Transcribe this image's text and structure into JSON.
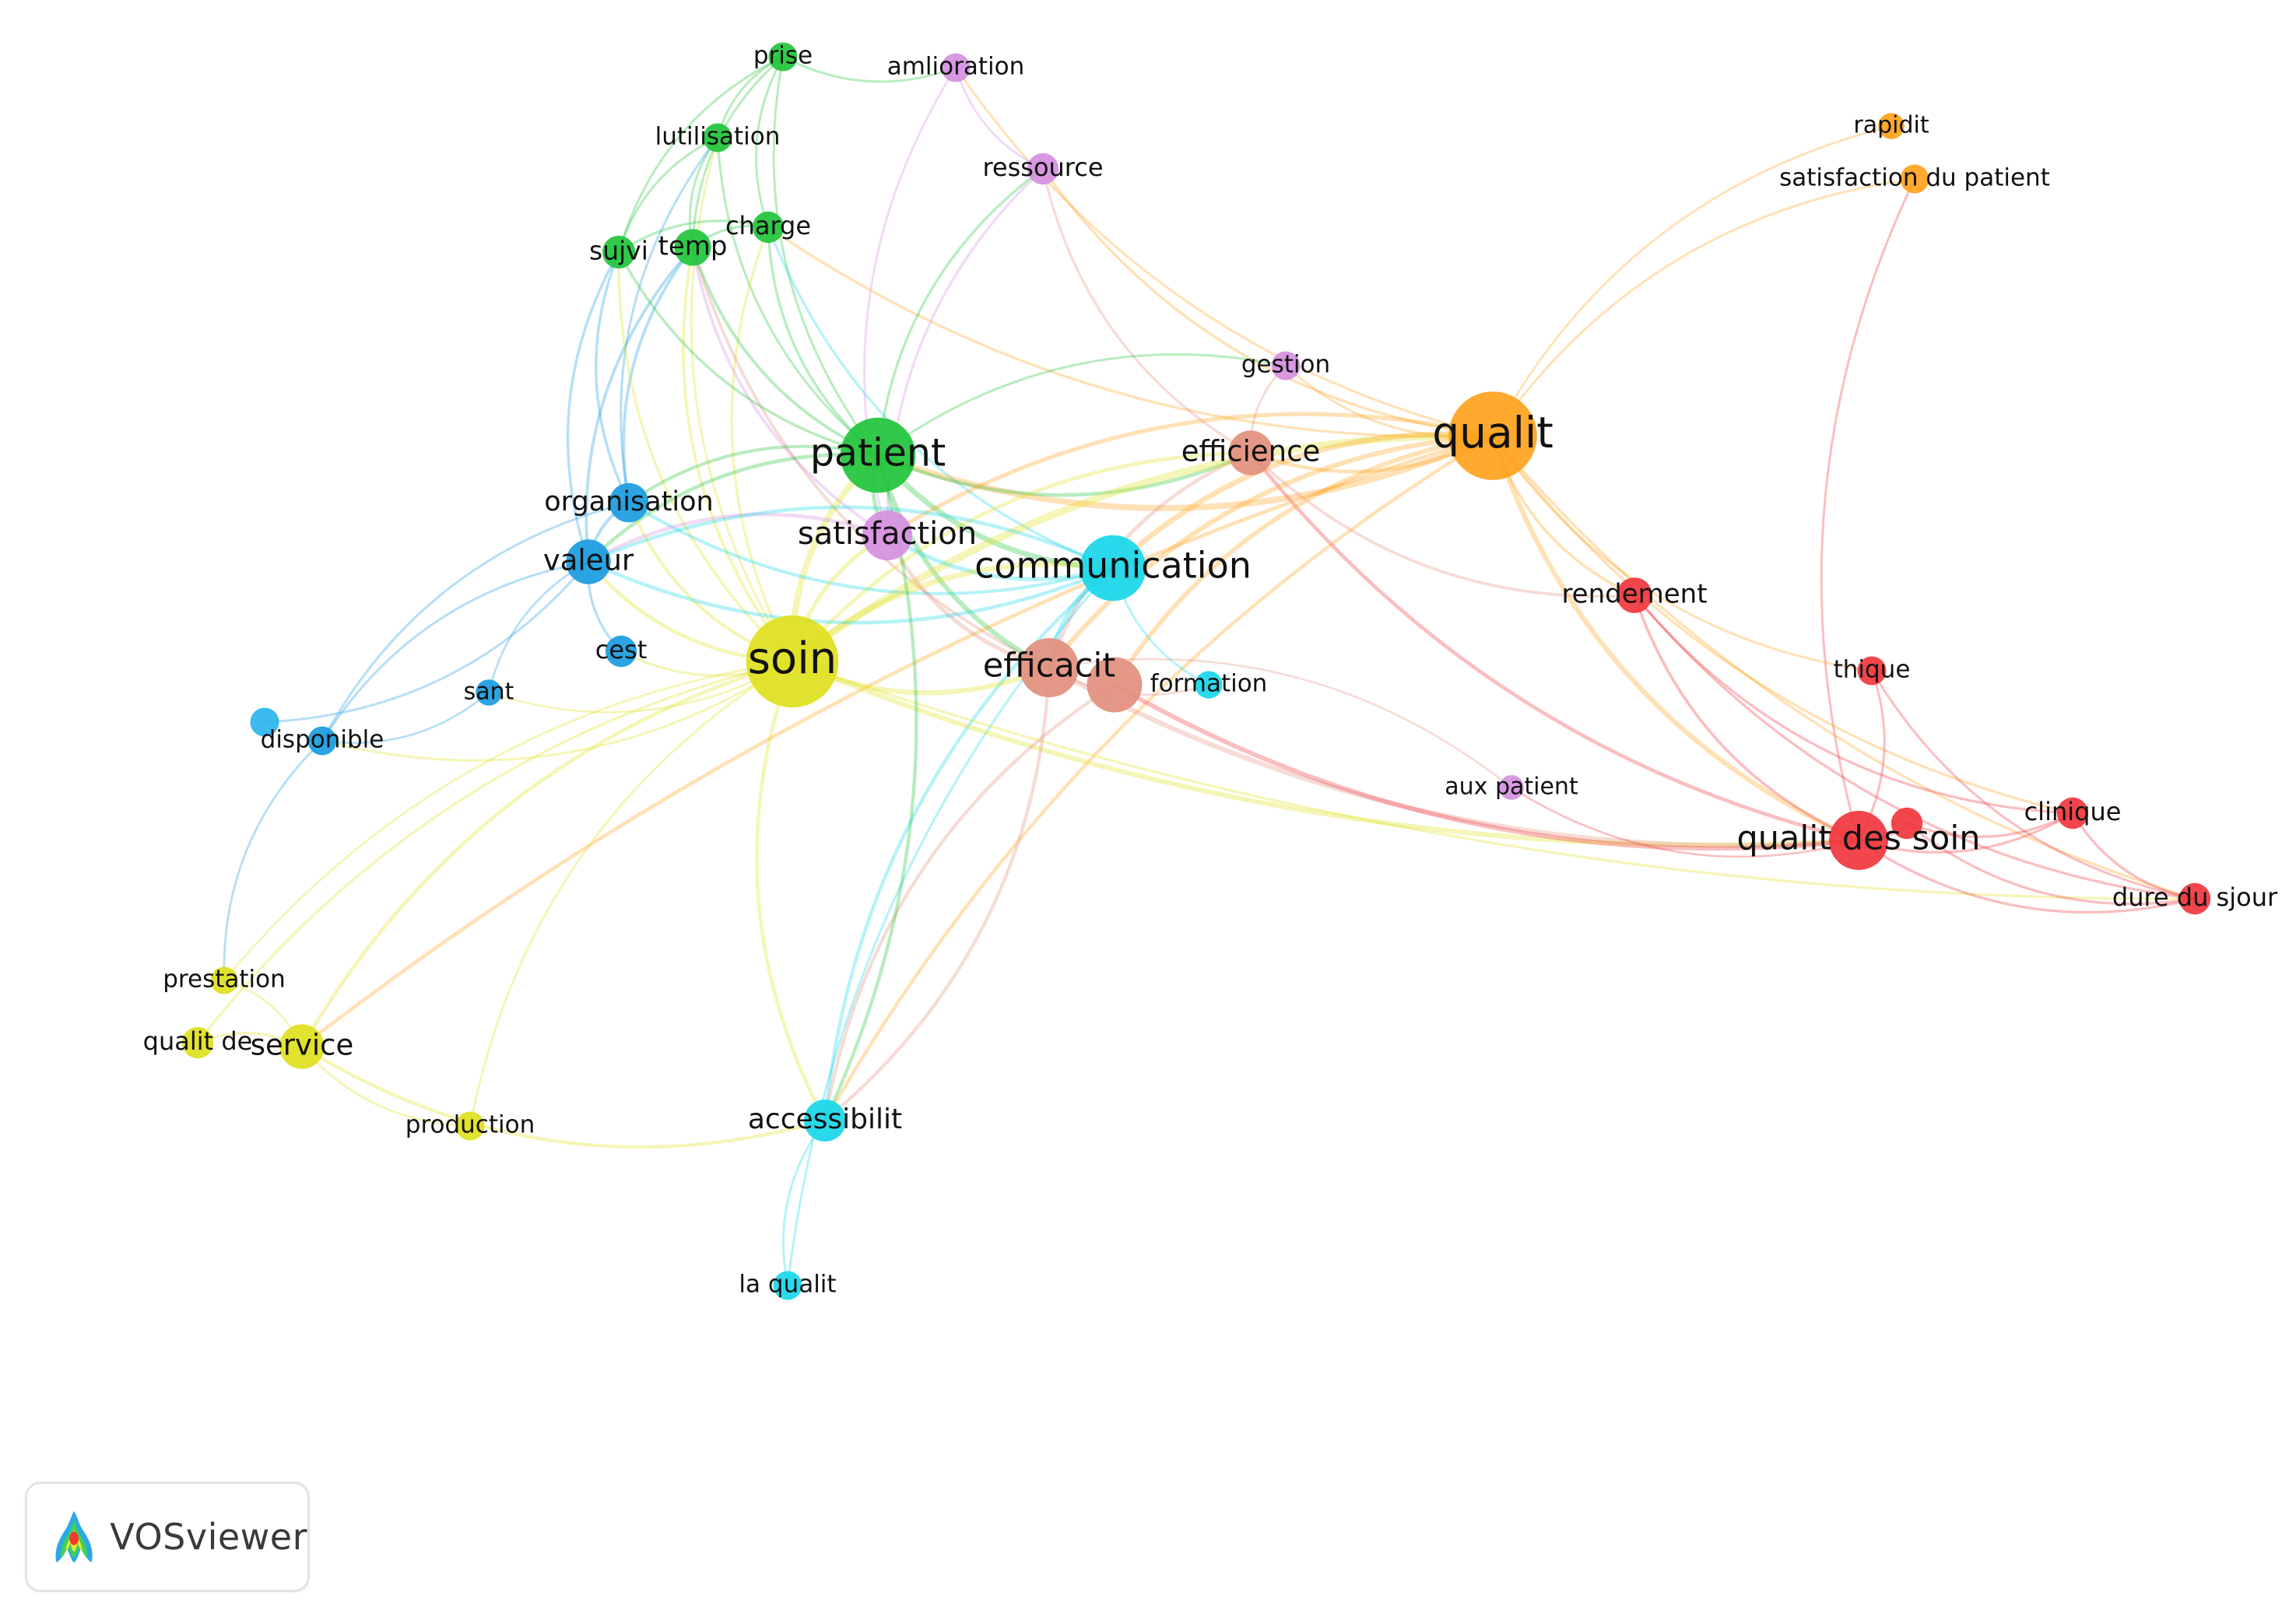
{
  "diagram": {
    "type": "keyword co-occurrence network",
    "clusters": {
      "red": "#f0363d",
      "salmon": "#e28f7e",
      "orange": "#ffa21c",
      "yellow": "#e0df1f",
      "green": "#21c43b",
      "cyan": "#18d7ea",
      "blue": "#1a9be0",
      "purple": "#d58fe0",
      "lightblue": "#2ab4ee"
    },
    "nodes": [
      {
        "id": "prise",
        "label": "prise",
        "cluster": "green",
        "weight": 1
      },
      {
        "id": "amlioration",
        "label": "amlioration",
        "cluster": "purple",
        "weight": 1
      },
      {
        "id": "lutilisation",
        "label": "lutilisation",
        "cluster": "green",
        "weight": 1
      },
      {
        "id": "ressource",
        "label": "ressource",
        "cluster": "purple",
        "weight": 1.2
      },
      {
        "id": "charge",
        "label": "charge",
        "cluster": "green",
        "weight": 1.2
      },
      {
        "id": "sujvi",
        "label": "sujvi",
        "cluster": "green",
        "weight": 1.3
      },
      {
        "id": "temp",
        "label": "temp",
        "cluster": "green",
        "weight": 1.6
      },
      {
        "id": "rapidit",
        "label": "rapidit",
        "cluster": "orange",
        "weight": 0.8
      },
      {
        "id": "satisfaction-du-patient",
        "label": "satisfaction du patient",
        "cluster": "orange",
        "weight": 1
      },
      {
        "id": "gestion",
        "label": "gestion",
        "cluster": "purple",
        "weight": 1
      },
      {
        "id": "patient",
        "label": "patient",
        "cluster": "green",
        "weight": 4.5
      },
      {
        "id": "efficience",
        "label": "efficience",
        "cluster": "salmon",
        "weight": 2.2
      },
      {
        "id": "qualit",
        "label": "qualit",
        "cluster": "orange",
        "weight": 5.5
      },
      {
        "id": "organisation",
        "label": "organisation",
        "cluster": "blue",
        "weight": 1.8
      },
      {
        "id": "satisfaction",
        "label": "satisfaction",
        "cluster": "purple",
        "weight": 2.6
      },
      {
        "id": "communication",
        "label": "communication",
        "cluster": "cyan",
        "weight": 3.8
      },
      {
        "id": "valeur",
        "label": "valeur",
        "cluster": "blue",
        "weight": 2.2
      },
      {
        "id": "rendement",
        "label": "rendement",
        "cluster": "red",
        "weight": 1.5
      },
      {
        "id": "cest",
        "label": "cest",
        "cluster": "blue",
        "weight": 1.2
      },
      {
        "id": "soin",
        "label": "soin",
        "cluster": "yellow",
        "weight": 5.8
      },
      {
        "id": "efficacit",
        "label": "efficacit",
        "cluster": "salmon",
        "weight": 3.3
      },
      {
        "id": "efficacit-2",
        "label": "",
        "cluster": "salmon",
        "weight": 3.0
      },
      {
        "id": "formation",
        "label": "formation",
        "cluster": "cyan",
        "weight": 0.9
      },
      {
        "id": "thique",
        "label": "thique",
        "cluster": "red",
        "weight": 1
      },
      {
        "id": "sant",
        "label": "sant",
        "cluster": "blue",
        "weight": 0.8
      },
      {
        "id": "disponible-dot",
        "label": "",
        "cluster": "lightblue",
        "weight": 1
      },
      {
        "id": "disponible",
        "label": "disponible",
        "cluster": "blue",
        "weight": 1
      },
      {
        "id": "aux-patient",
        "label": "aux patient",
        "cluster": "purple",
        "weight": 0.7
      },
      {
        "id": "clinique",
        "label": "clinique",
        "cluster": "red",
        "weight": 1.2
      },
      {
        "id": "qualit-des-soin",
        "label": "qualit des soin",
        "cluster": "red",
        "weight": 3.3
      },
      {
        "id": "qds-dot",
        "label": "",
        "cluster": "red",
        "weight": 1.2
      },
      {
        "id": "dure-du-sjour",
        "label": "dure du sjour",
        "cluster": "red",
        "weight": 1.2
      },
      {
        "id": "prestation",
        "label": "prestation",
        "cluster": "yellow",
        "weight": 0.9
      },
      {
        "id": "qualit-de",
        "label": "qualit de",
        "cluster": "yellow",
        "weight": 1.2
      },
      {
        "id": "service",
        "label": "service",
        "cluster": "yellow",
        "weight": 2.2
      },
      {
        "id": "production",
        "label": "production",
        "cluster": "yellow",
        "weight": 1
      },
      {
        "id": "accessibilit",
        "label": "accessibilit",
        "cluster": "cyan",
        "weight": 2
      },
      {
        "id": "la-qualit",
        "label": "la qualit",
        "cluster": "cyan",
        "weight": 1
      }
    ],
    "edges": [
      [
        "prise",
        "patient"
      ],
      [
        "prise",
        "temp"
      ],
      [
        "prise",
        "charge"
      ],
      [
        "prise",
        "sujvi"
      ],
      [
        "prise",
        "lutilisation"
      ],
      [
        "prise",
        "amlioration"
      ],
      [
        "lutilisation",
        "patient"
      ],
      [
        "lutilisation",
        "temp"
      ],
      [
        "lutilisation",
        "sujvi"
      ],
      [
        "lutilisation",
        "organisation"
      ],
      [
        "lutilisation",
        "soin"
      ],
      [
        "charge",
        "patient"
      ],
      [
        "charge",
        "temp"
      ],
      [
        "charge",
        "sujvi"
      ],
      [
        "charge",
        "soin"
      ],
      [
        "charge",
        "communication"
      ],
      [
        "charge",
        "qualit"
      ],
      [
        "temp",
        "patient"
      ],
      [
        "temp",
        "soin"
      ],
      [
        "temp",
        "organisation"
      ],
      [
        "temp",
        "valeur"
      ],
      [
        "temp",
        "efficacit"
      ],
      [
        "temp",
        "satisfaction"
      ],
      [
        "sujvi",
        "patient"
      ],
      [
        "sujvi",
        "valeur"
      ],
      [
        "sujvi",
        "organisation"
      ],
      [
        "sujvi",
        "soin"
      ],
      [
        "amlioration",
        "qualit"
      ],
      [
        "amlioration",
        "satisfaction"
      ],
      [
        "amlioration",
        "ressource"
      ],
      [
        "ressource",
        "satisfaction"
      ],
      [
        "ressource",
        "efficience"
      ],
      [
        "ressource",
        "patient"
      ],
      [
        "ressource",
        "qualit"
      ],
      [
        "rapidit",
        "qualit"
      ],
      [
        "satisfaction-du-patient",
        "qualit"
      ],
      [
        "satisfaction-du-patient",
        "qualit-des-soin"
      ],
      [
        "gestion",
        "qualit"
      ],
      [
        "gestion",
        "efficience"
      ],
      [
        "gestion",
        "patient"
      ],
      [
        "patient",
        "qualit"
      ],
      [
        "patient",
        "soin"
      ],
      [
        "patient",
        "communication"
      ],
      [
        "patient",
        "satisfaction"
      ],
      [
        "patient",
        "organisation"
      ],
      [
        "patient",
        "valeur"
      ],
      [
        "patient",
        "efficacit"
      ],
      [
        "patient",
        "efficience"
      ],
      [
        "efficience",
        "qualit"
      ],
      [
        "efficience",
        "efficacit"
      ],
      [
        "efficience",
        "qualit-des-soin"
      ],
      [
        "efficience",
        "soin"
      ],
      [
        "efficience",
        "rendement"
      ],
      [
        "qualit",
        "soin"
      ],
      [
        "qualit",
        "efficacit"
      ],
      [
        "qualit",
        "communication"
      ],
      [
        "qualit",
        "qualit-des-soin"
      ],
      [
        "qualit",
        "rendement"
      ],
      [
        "qualit",
        "service"
      ],
      [
        "qualit",
        "thique"
      ],
      [
        "qualit",
        "clinique"
      ],
      [
        "qualit",
        "dure-du-sjour"
      ],
      [
        "qualit",
        "satisfaction"
      ],
      [
        "qualit",
        "accessibilit"
      ],
      [
        "qualit",
        "efficacit-2"
      ],
      [
        "organisation",
        "valeur"
      ],
      [
        "organisation",
        "soin"
      ],
      [
        "organisation",
        "communication"
      ],
      [
        "organisation",
        "disponible"
      ],
      [
        "satisfaction",
        "soin"
      ],
      [
        "satisfaction",
        "communication"
      ],
      [
        "satisfaction",
        "efficacit"
      ],
      [
        "satisfaction",
        "valeur"
      ],
      [
        "communication",
        "soin"
      ],
      [
        "communication",
        "efficacit"
      ],
      [
        "communication",
        "accessibilit"
      ],
      [
        "communication",
        "valeur"
      ],
      [
        "communication",
        "formation"
      ],
      [
        "communication",
        "la-qualit"
      ],
      [
        "valeur",
        "soin"
      ],
      [
        "valeur",
        "disponible"
      ],
      [
        "valeur",
        "sant"
      ],
      [
        "valeur",
        "cest"
      ],
      [
        "valeur",
        "communication"
      ],
      [
        "rendement",
        "qualit-des-soin"
      ],
      [
        "rendement",
        "clinique"
      ],
      [
        "rendement",
        "dure-du-sjour"
      ],
      [
        "cest",
        "soin"
      ],
      [
        "sant",
        "soin"
      ],
      [
        "disponible",
        "soin"
      ],
      [
        "disponible",
        "sant"
      ],
      [
        "disponible",
        "prestation"
      ],
      [
        "disponible-dot",
        "valeur"
      ],
      [
        "soin",
        "efficacit"
      ],
      [
        "soin",
        "qualit-des-soin"
      ],
      [
        "soin",
        "service"
      ],
      [
        "soin",
        "accessibilit"
      ],
      [
        "soin",
        "production"
      ],
      [
        "soin",
        "qualit-de"
      ],
      [
        "soin",
        "prestation"
      ],
      [
        "soin",
        "dure-du-sjour"
      ],
      [
        "efficacit",
        "qualit-des-soin"
      ],
      [
        "efficacit",
        "formation"
      ],
      [
        "efficacit-2",
        "accessibilit"
      ],
      [
        "efficacit-2",
        "qualit-des-soin"
      ],
      [
        "qualit-des-soin",
        "clinique"
      ],
      [
        "qualit-des-soin",
        "dure-du-sjour"
      ],
      [
        "qualit-des-soin",
        "thique"
      ],
      [
        "qualit-des-soin",
        "qds-dot"
      ],
      [
        "qds-dot",
        "dure-du-sjour"
      ],
      [
        "qds-dot",
        "clinique"
      ],
      [
        "clinique",
        "dure-du-sjour"
      ],
      [
        "thique",
        "dure-du-sjour"
      ],
      [
        "aux-patient",
        "qualit-des-soin"
      ],
      [
        "aux-patient",
        "efficacit"
      ],
      [
        "service",
        "qualit-de"
      ],
      [
        "service",
        "accessibilit"
      ],
      [
        "service",
        "production"
      ],
      [
        "service",
        "prestation"
      ],
      [
        "accessibilit",
        "la-qualit"
      ],
      [
        "accessibilit",
        "efficacit"
      ],
      [
        "accessibilit",
        "patient"
      ]
    ]
  },
  "brand": {
    "name": "VOSviewer"
  }
}
